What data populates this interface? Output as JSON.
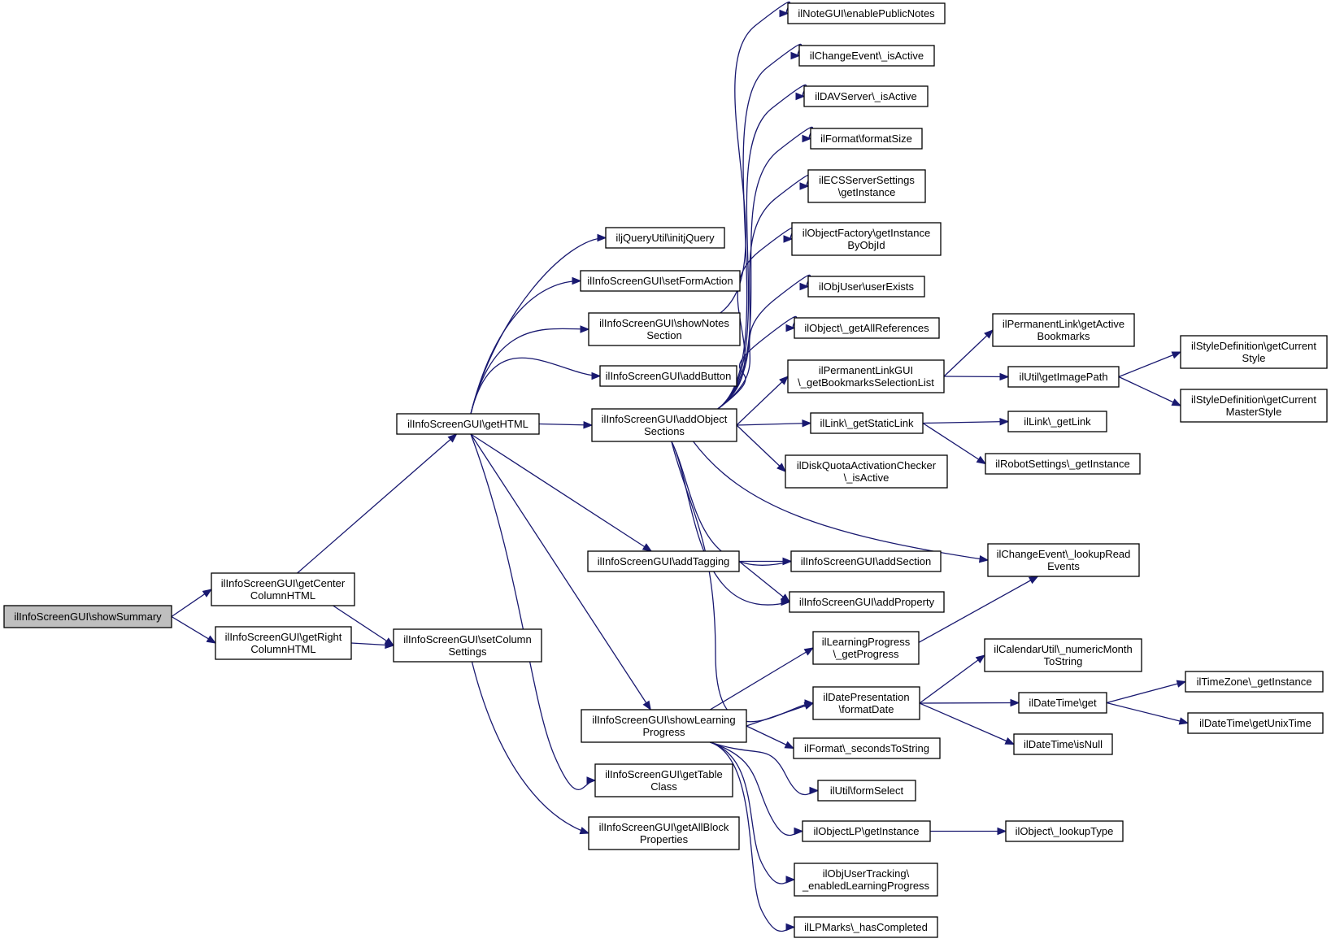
{
  "nodes": {
    "showSummary": [
      "ilInfoScreenGUI\\showSummary"
    ],
    "getCenterColumnHTML": [
      "ilInfoScreenGUI\\getCenter",
      "ColumnHTML"
    ],
    "getRightColumnHTML": [
      "ilInfoScreenGUI\\getRight",
      "ColumnHTML"
    ],
    "setColumnSettings": [
      "ilInfoScreenGUI\\setColumn",
      "Settings"
    ],
    "getHTML": [
      "ilInfoScreenGUI\\getHTML"
    ],
    "getAllBlockProperties": [
      "ilInfoScreenGUI\\getAllBlock",
      "Properties"
    ],
    "initjQuery": [
      "iljQueryUtil\\initjQuery"
    ],
    "setFormAction": [
      "ilInfoScreenGUI\\setFormAction"
    ],
    "showNotesSection": [
      "ilInfoScreenGUI\\showNotes",
      "Section"
    ],
    "addButton": [
      "ilInfoScreenGUI\\addButton"
    ],
    "addObjectSections": [
      "ilInfoScreenGUI\\addObject",
      "Sections"
    ],
    "addTagging": [
      "ilInfoScreenGUI\\addTagging"
    ],
    "showLearningProgress": [
      "ilInfoScreenGUI\\showLearning",
      "Progress"
    ],
    "getTableClass": [
      "ilInfoScreenGUI\\getTable",
      "Class"
    ],
    "enablePublicNotes": [
      "ilNoteGUI\\enablePublicNotes"
    ],
    "changeEventIsActive": [
      "ilChangeEvent\\_isActive"
    ],
    "davServerIsActive": [
      "ilDAVServer\\_isActive"
    ],
    "formatSize": [
      "ilFormat\\formatSize"
    ],
    "ecsGetInstance": [
      "ilECSServerSettings",
      "\\getInstance"
    ],
    "getInstanceByObjId": [
      "ilObjectFactory\\getInstance",
      "ByObjId"
    ],
    "userExists": [
      "ilObjUser\\userExists"
    ],
    "getAllReferences": [
      "ilObject\\_getAllReferences"
    ],
    "getBookmarksSelectionList": [
      "ilPermanentLinkGUI",
      "\\_getBookmarksSelectionList"
    ],
    "getStaticLink": [
      "ilLink\\_getStaticLink"
    ],
    "diskQuotaIsActive": [
      "ilDiskQuotaActivationChecker",
      "\\_isActive"
    ],
    "addSection": [
      "ilInfoScreenGUI\\addSection"
    ],
    "addProperty": [
      "ilInfoScreenGUI\\addProperty"
    ],
    "getProgress": [
      "ilLearningProgress",
      "\\_getProgress"
    ],
    "formatDate": [
      "ilDatePresentation",
      "\\formatDate"
    ],
    "secondsToString": [
      "ilFormat\\_secondsToString"
    ],
    "formSelect": [
      "ilUtil\\formSelect"
    ],
    "objectLPGetInstance": [
      "ilObjectLP\\getInstance"
    ],
    "enabledLearningProgress": [
      "ilObjUserTracking\\",
      "_enabledLearningProgress"
    ],
    "hasCompleted": [
      "ilLPMarks\\_hasCompleted"
    ],
    "getActiveBookmarks": [
      "ilPermanentLink\\getActive",
      "Bookmarks"
    ],
    "getImagePath": [
      "ilUtil\\getImagePath"
    ],
    "getLink": [
      "ilLink\\_getLink"
    ],
    "robotGetInstance": [
      "ilRobotSettings\\_getInstance"
    ],
    "lookupReadEvents": [
      "ilChangeEvent\\_lookupRead",
      "Events"
    ],
    "numericMonthToString": [
      "ilCalendarUtil\\_numericMonth",
      "ToString"
    ],
    "dateTimeGet": [
      "ilDateTime\\get"
    ],
    "isNull": [
      "ilDateTime\\isNull"
    ],
    "lookupType": [
      "ilObject\\_lookupType"
    ],
    "getCurrentStyle": [
      "ilStyleDefinition\\getCurrent",
      "Style"
    ],
    "getCurrentMasterStyle": [
      "ilStyleDefinition\\getCurrent",
      "MasterStyle"
    ],
    "timeZoneGetInstance": [
      "ilTimeZone\\_getInstance"
    ],
    "getUnixTime": [
      "ilDateTime\\getUnixTime"
    ]
  },
  "colors": {
    "edge": "#191970",
    "root_fill": "#bfbfbf",
    "node_fill": "#ffffff",
    "node_stroke": "#000000"
  }
}
